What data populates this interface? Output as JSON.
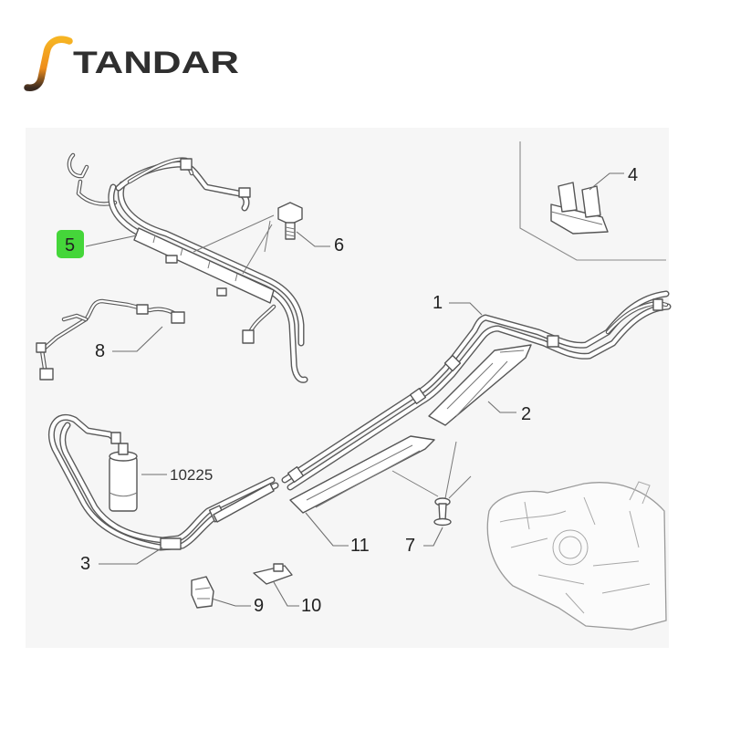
{
  "logo": {
    "text": "TANDAR"
  },
  "colors": {
    "brand_accent": "#f2a21c",
    "brand_accent_dark": "#c9561a",
    "brand_text": "#2f2f2f",
    "highlight": "#45d63a",
    "line": "#5a5a5a",
    "diagram_background": "#f6f6f6"
  },
  "callouts": [
    {
      "label": "1"
    },
    {
      "label": "2"
    },
    {
      "label": "3"
    },
    {
      "label": "4"
    },
    {
      "label": "5",
      "highlighted": true
    },
    {
      "label": "6"
    },
    {
      "label": "7"
    },
    {
      "label": "8"
    },
    {
      "label": "9"
    },
    {
      "label": "10"
    },
    {
      "label": "10225"
    },
    {
      "label": "11"
    }
  ]
}
